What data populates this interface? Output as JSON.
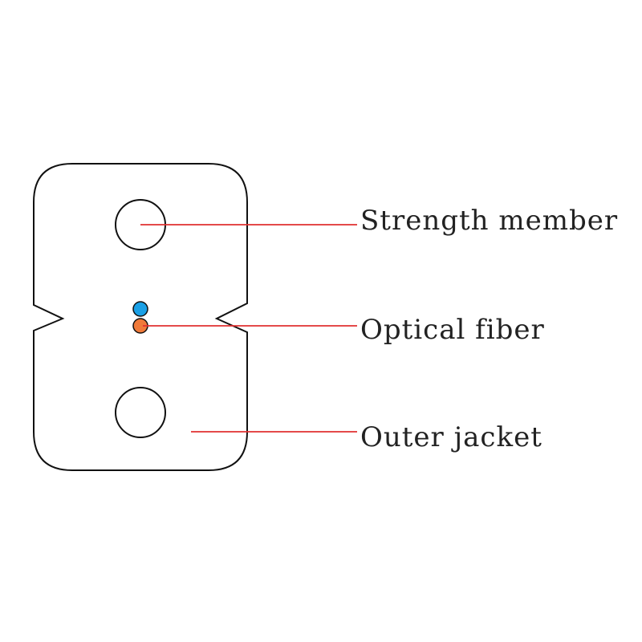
{
  "diagram": {
    "labels": {
      "strength_member": "Strength member",
      "optical_fiber": "Optical fiber",
      "outer_jacket": "Outer jacket"
    },
    "colors": {
      "outline": "#111111",
      "leader_line": "#e03030",
      "fiber_top": "#1aa0e6",
      "fiber_bottom": "#f07a3a",
      "background": "#ffffff"
    }
  }
}
